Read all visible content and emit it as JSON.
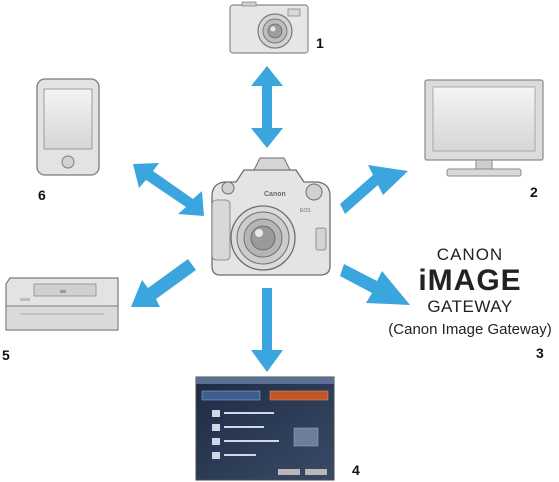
{
  "labels": {
    "compact_camera": "1",
    "monitor": "2",
    "web_service": "3",
    "computer": "4",
    "printer": "5",
    "smartphone": "6"
  },
  "web_service": {
    "line1": "CANON",
    "line2": "iMAGE",
    "line3": "GATEWAY",
    "caption": "(Canon Image Gateway)"
  },
  "colors": {
    "arrow": "#3aa6dd",
    "device_gray": "#e3e3e3",
    "outline": "#8a8a8a",
    "screen_dark": "#2d3a4f"
  },
  "icons": [
    "compact-camera-icon",
    "monitor-icon",
    "smartphone-icon",
    "printer-icon",
    "dslr-camera-icon",
    "computer-screen-icon"
  ]
}
